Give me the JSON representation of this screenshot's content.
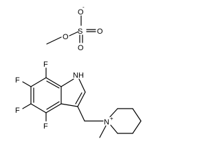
{
  "structure": {
    "colors": {
      "background": "#ffffff",
      "ink": "#000000"
    },
    "anion": {
      "atoms": {
        "o_top": "O",
        "o_top_charge": "-",
        "o_methoxy": "O",
        "s": "S",
        "o_right": "O",
        "o_bottom": "O"
      }
    },
    "cation": {
      "atoms": {
        "f_top": "F",
        "f_upper_left": "F",
        "f_lower_left": "F",
        "f_bottom": "F",
        "nh": "NH",
        "n_plus": "N",
        "n_plus_charge": "+"
      }
    }
  }
}
